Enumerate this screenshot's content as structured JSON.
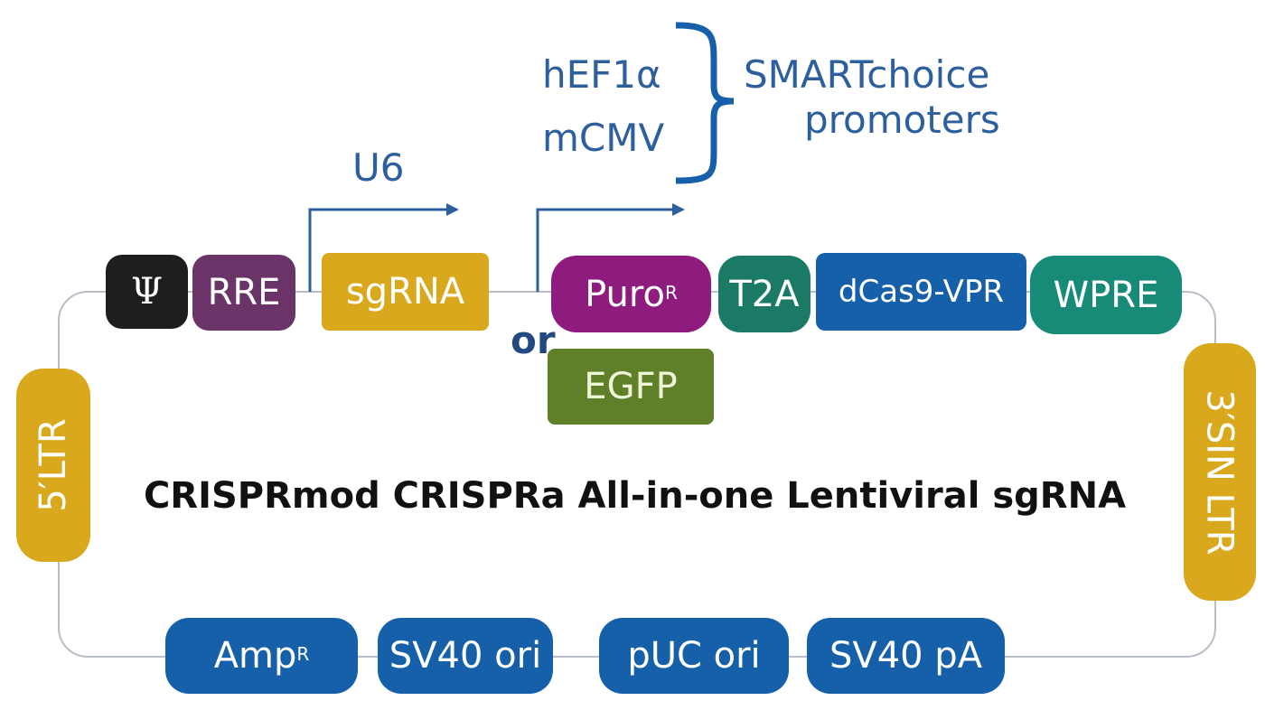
{
  "title": "CRISPRmod CRISPRa All-in-one Lentiviral sgRNA",
  "promoters": {
    "p1": "hEF1α",
    "p2": "mCMV",
    "group_line1": "SMARTchoice",
    "group_line2": "promoters",
    "u6": "U6"
  },
  "or_label": "or",
  "elements": {
    "psi": "Ψ",
    "rre": "RRE",
    "sgrna": "sgRNA",
    "puro": "Puro",
    "puro_sup": "R",
    "t2a": "T2A",
    "dcas9": "dCas9-VPR",
    "wpre": "WPRE",
    "egfp": "EGFP",
    "ltr5": "5′LTR",
    "ltr3": "3′SIN LTR",
    "amp": "Amp",
    "amp_sup": "R",
    "sv40ori": "SV40 ori",
    "puc": "pUC ori",
    "sv40pa": "SV40 pA"
  },
  "colors": {
    "black": "#1e1e1e",
    "purple": "#6b3468",
    "gold": "#d9a81c",
    "magenta": "#8e1c7e",
    "teal": "#1a7a66",
    "blue": "#1560a8",
    "olive": "#5f7f28",
    "text_blue": "#2d5f9e"
  }
}
